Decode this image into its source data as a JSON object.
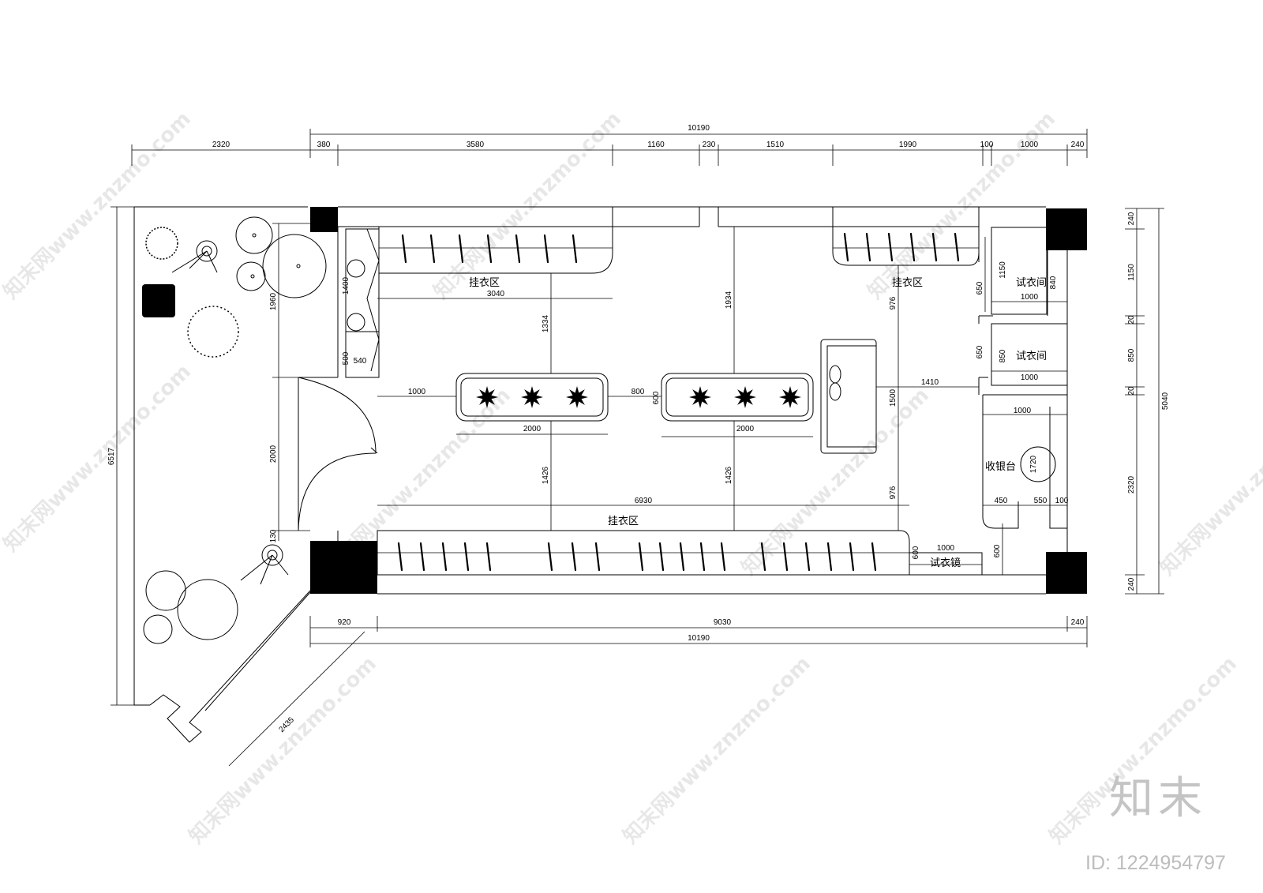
{
  "zones": {
    "hang_top_left": "挂衣区",
    "hang_top_right": "挂衣区",
    "hang_bottom": "挂衣区",
    "fitting_room_1": "试衣间",
    "fitting_room_2": "试衣间",
    "cashier": "收银台",
    "mirror": "试衣镜"
  },
  "dimensions": {
    "top_total": "10190",
    "top_segments": [
      "2320",
      "380",
      "3580",
      "1160",
      "230",
      "1510",
      "1990",
      "100",
      "1000",
      "240"
    ],
    "bottom_segments": [
      "920",
      "9030",
      "240"
    ],
    "bottom_total": "10190",
    "left_total": "6517",
    "right_total": "5040",
    "right_segments": [
      "240",
      "1150",
      "20",
      "850",
      "20",
      "2320",
      "240"
    ],
    "entry_width": "2000",
    "left_upper": "1960",
    "left_130": "130",
    "diag": "2435",
    "shelf_1400": "1400",
    "shelf_500": "500",
    "shelf_540": "540",
    "d3040": "3040",
    "d1000a": "1000",
    "d800": "800",
    "d600": "600",
    "d2000a": "2000",
    "d2000b": "2000",
    "d1334": "1334",
    "d1934": "1934",
    "d1426a": "1426",
    "d1426b": "1426",
    "d976a": "976",
    "d976b": "976",
    "d1500": "1500",
    "d1410": "1410",
    "d6930": "6930",
    "fr650a": "650",
    "fr1150": "1150",
    "fr840": "840",
    "fr1000a": "1000",
    "fr650b": "650",
    "fr850": "850",
    "fr1000b": "1000",
    "c1000": "1000",
    "c1720": "1720",
    "c450": "450",
    "c550": "550",
    "c100": "100",
    "c600": "600",
    "m1000": "1000",
    "m600": "600"
  },
  "watermark": {
    "text": "知末网www.znzmo.com",
    "brand": "知末",
    "id": "ID: 1224954797"
  }
}
